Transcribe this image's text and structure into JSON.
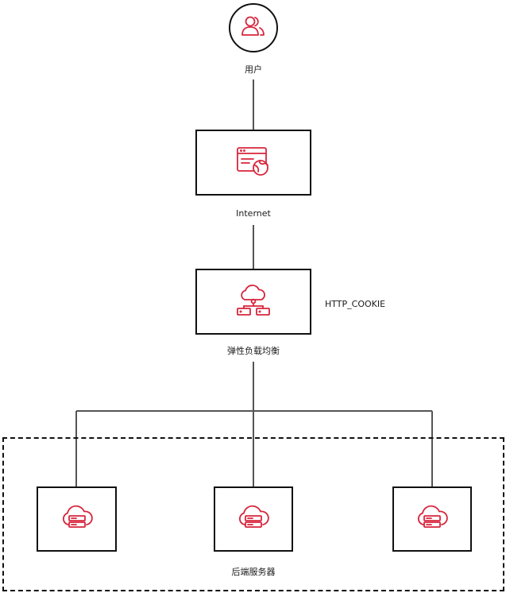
{
  "nodes": {
    "user": {
      "label": "用户",
      "icon": "users-icon"
    },
    "internet": {
      "label": "Internet",
      "icon": "browser-globe-icon"
    },
    "elb": {
      "label": "弹性负载均衡",
      "icon": "cloud-network-icon",
      "annotation": "HTTP_COOKIE"
    },
    "backends": {
      "label": "后端服务器",
      "servers": [
        {
          "icon": "cloud-server-icon"
        },
        {
          "icon": "cloud-server-icon"
        },
        {
          "icon": "cloud-server-icon"
        }
      ]
    }
  },
  "colors": {
    "accent": "#d7263d",
    "stroke": "#111111",
    "wire": "#555555"
  }
}
